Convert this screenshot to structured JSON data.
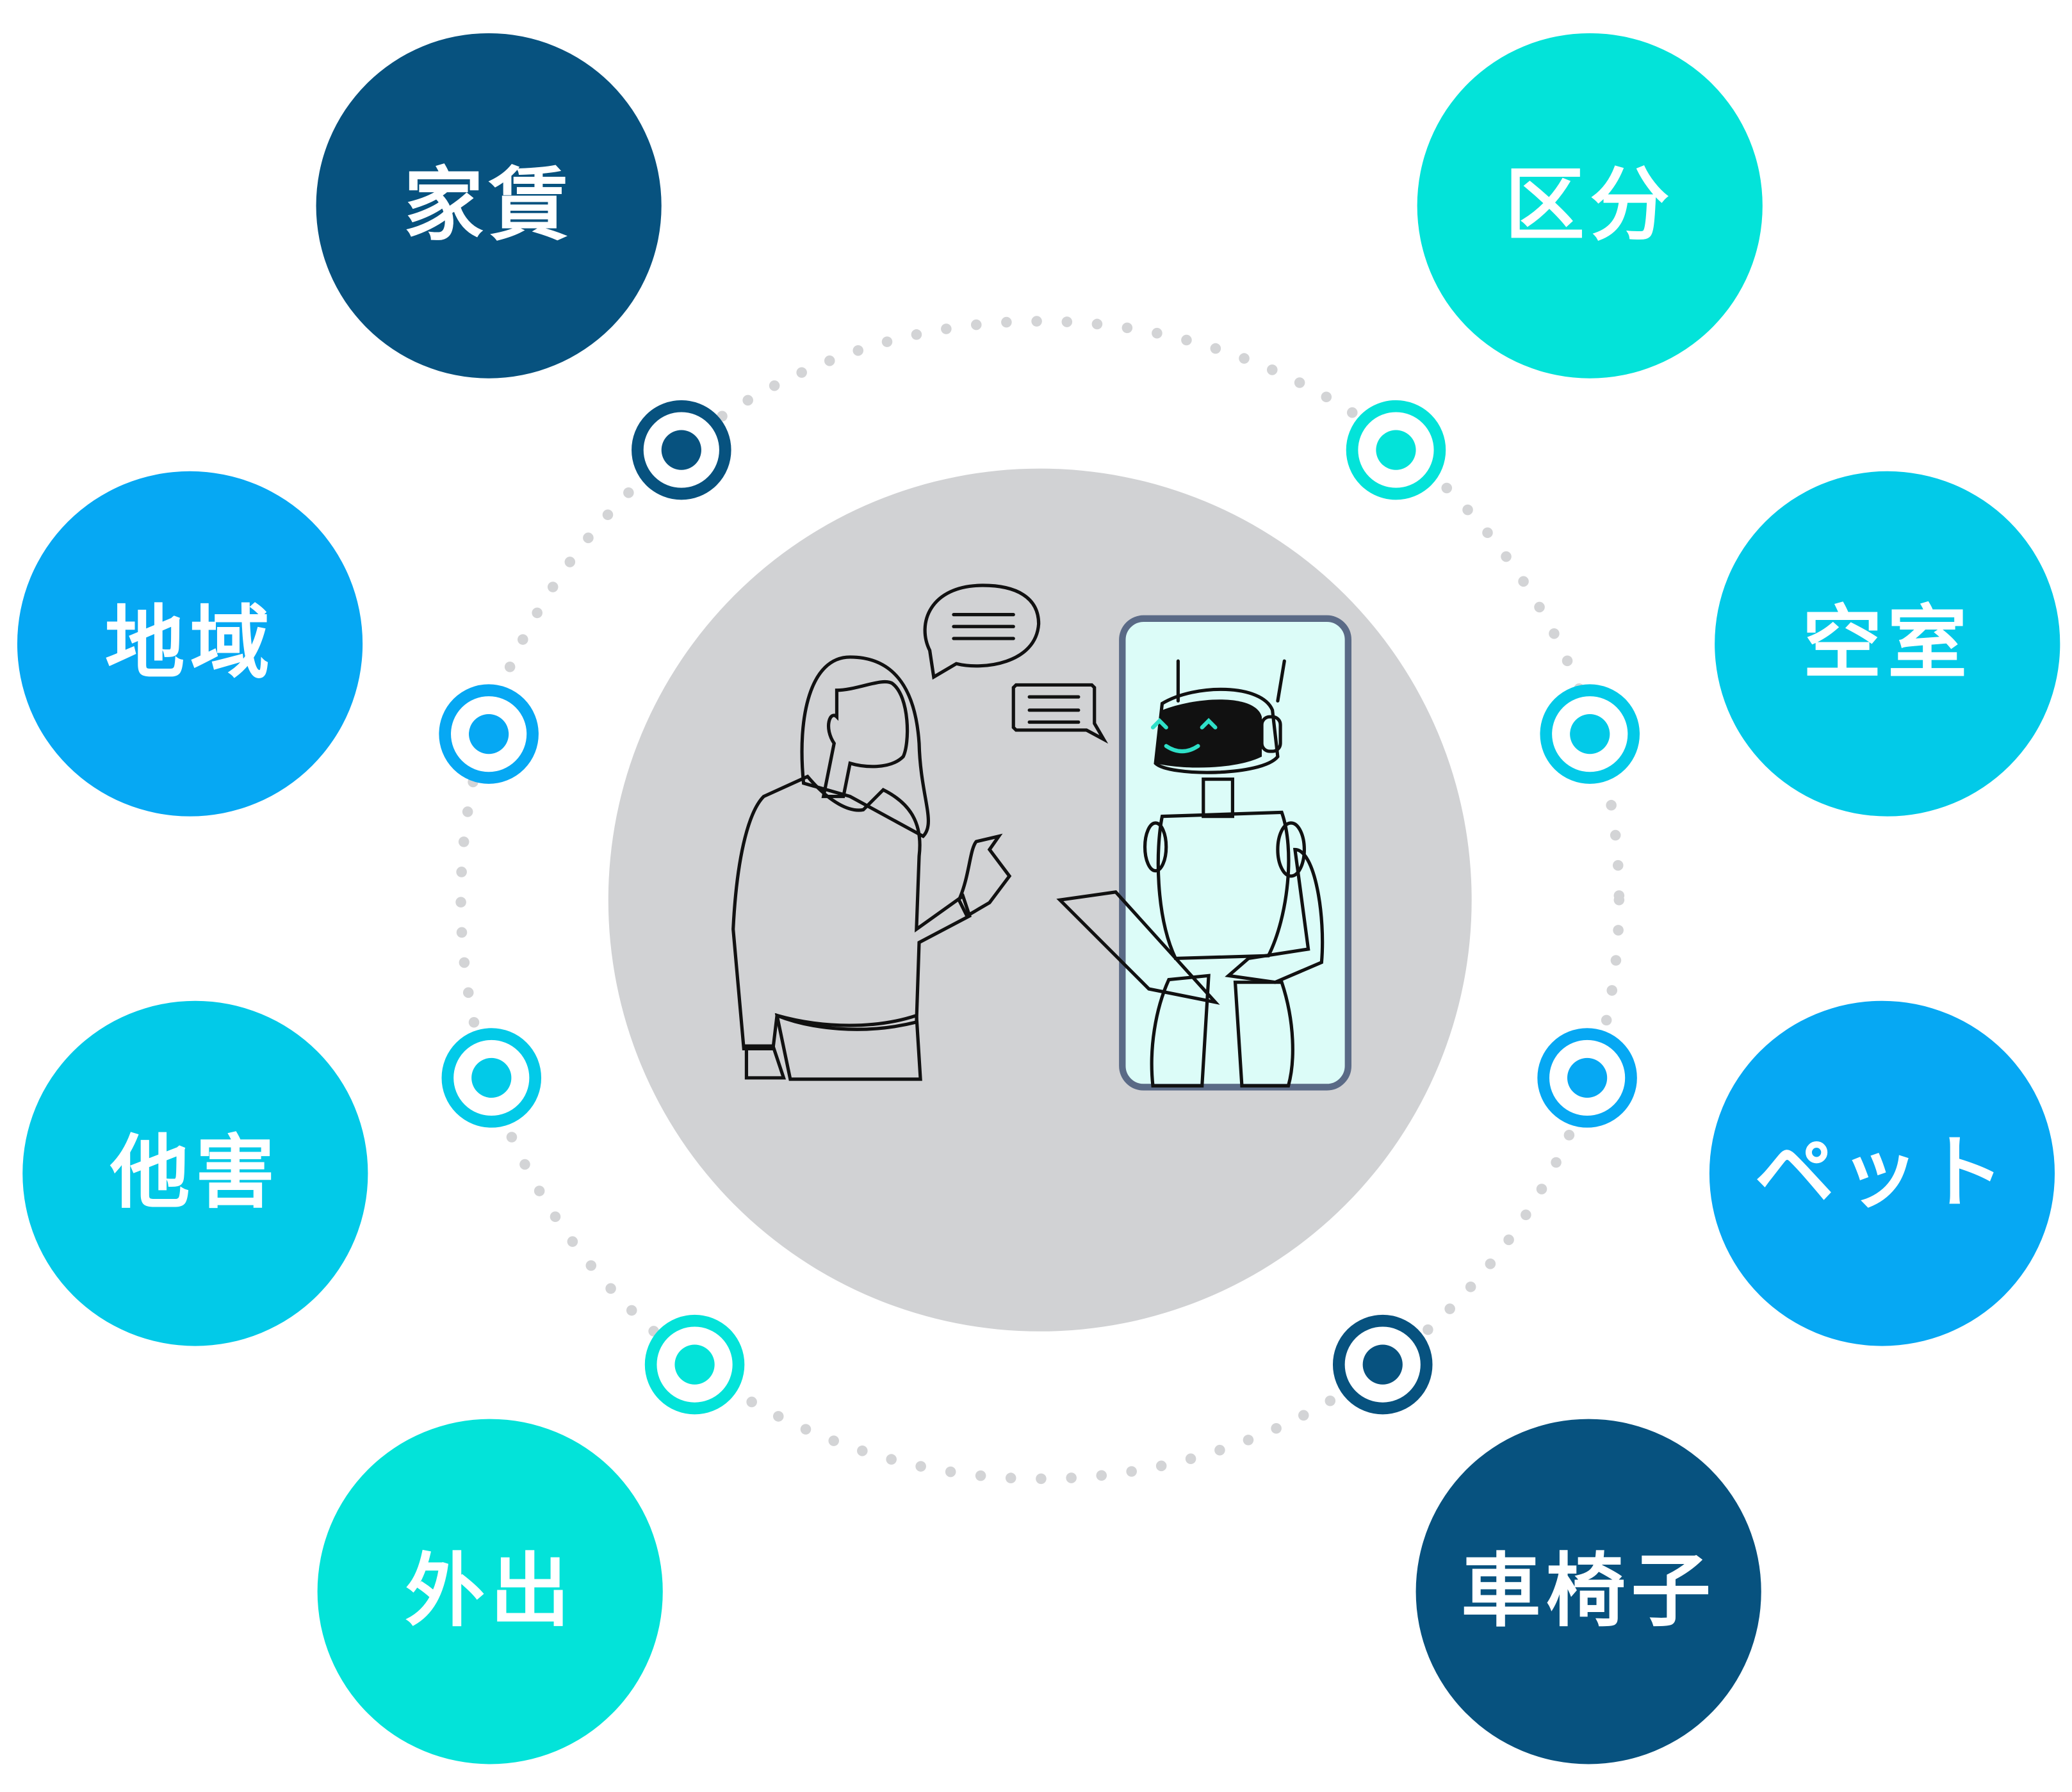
{
  "colors": {
    "navy": "#07527f",
    "cyan": "#03e3d9",
    "blue": "#06a8f3",
    "sky": "#02cae8",
    "gray": "#d1d2d4",
    "dots": "#d3d4d6"
  },
  "nodes": [
    {
      "label": "家賃",
      "color": "#07527f"
    },
    {
      "label": "区分",
      "color": "#03e3d9"
    },
    {
      "label": "地域",
      "color": "#06a8f3"
    },
    {
      "label": "空室",
      "color": "#02cae8"
    },
    {
      "label": "他害",
      "color": "#02cae8"
    },
    {
      "label": "ペット",
      "color": "#06a8f3"
    },
    {
      "label": "外出",
      "color": "#03e3d9"
    },
    {
      "label": "車椅子",
      "color": "#07527f"
    }
  ]
}
